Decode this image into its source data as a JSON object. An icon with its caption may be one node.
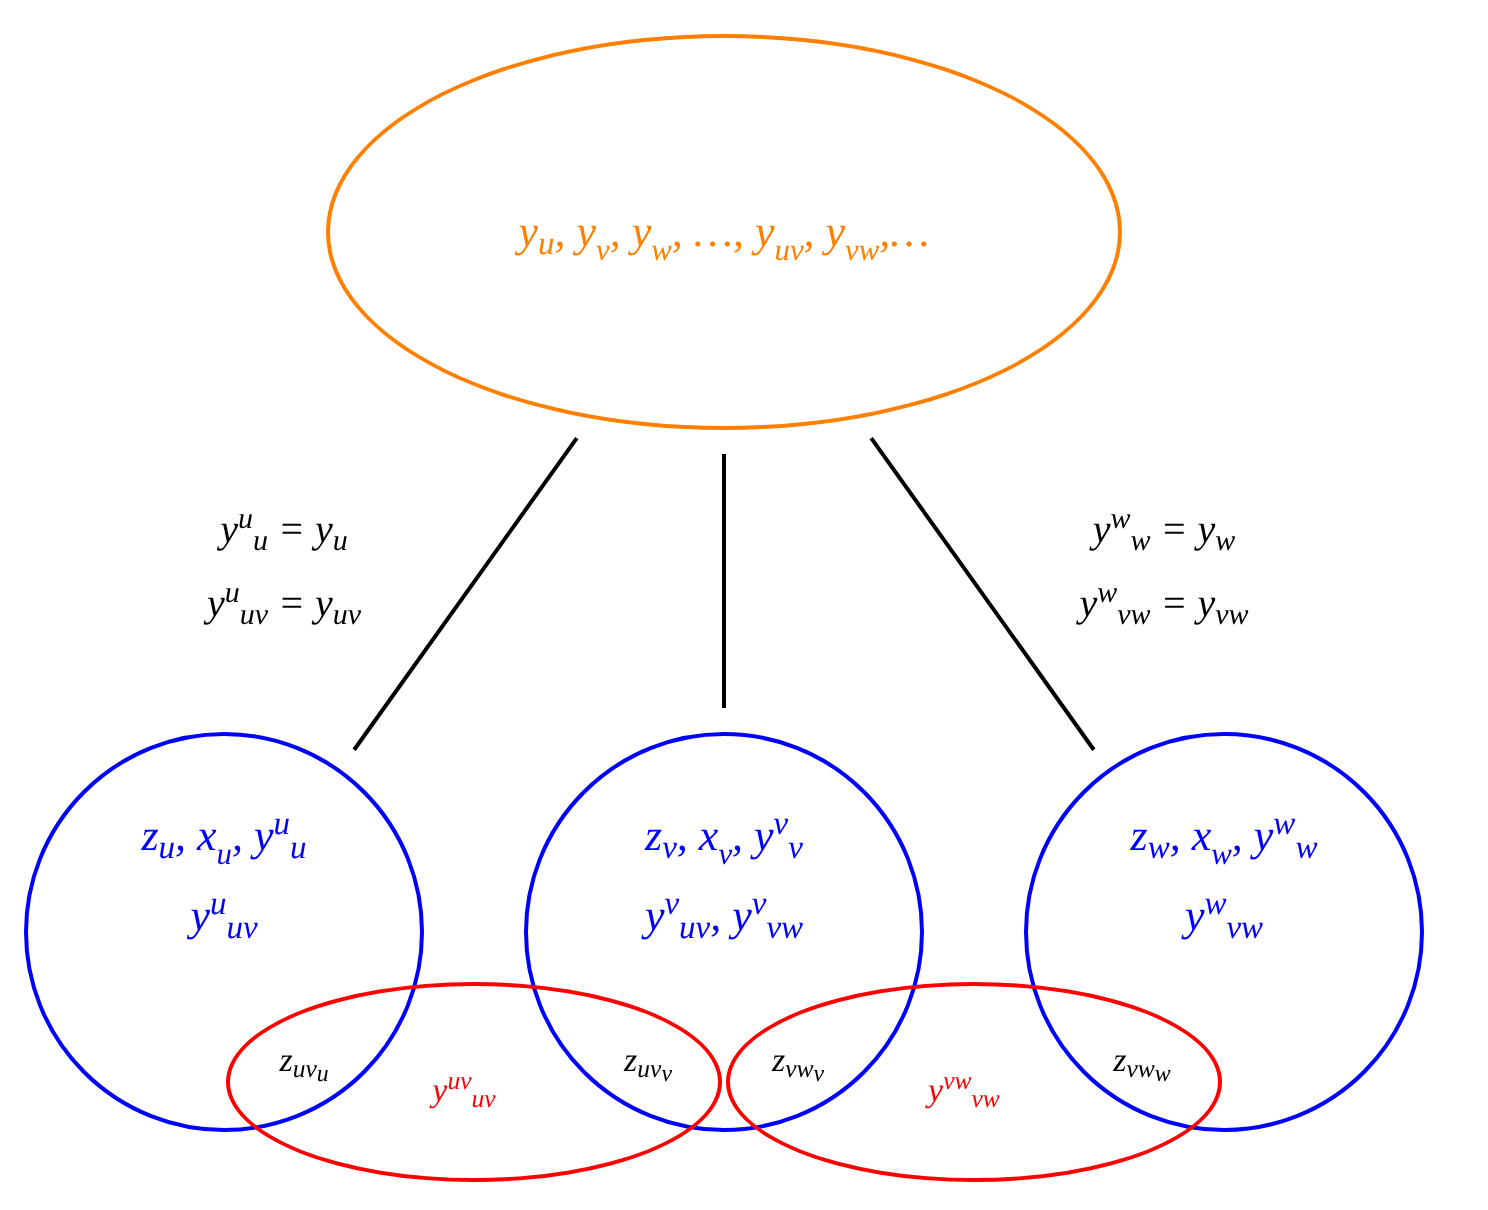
{
  "diagram": {
    "nodes": [
      {
        "text": [
          "y$_{u}$, y$_{v}$, y$_{w}$, …, y$_{uv}$, y$_{vw}$,…"
        ]
      },
      {
        "text": [
          "z$_{u}$, x$_{u}$, y$^{u}$$_{u}$",
          "y$^{u}$$_{uv}$"
        ]
      },
      {
        "text": [
          "z$_{v}$, x$_{v}$, y$^{v}$$_{v}$",
          "y$^{v}$$_{uv}$, y$^{v}$$_{vw}$"
        ]
      },
      {
        "text": [
          "z$_{w}$, x$_{w}$, y$^{w}$$_{w}$",
          "y$^{w}$$_{vw}$"
        ]
      },
      {
        "text": [
          "z$_{uv}$$_{u}$",
          "y$^{uv}$$_{uv}$",
          "z$_{uv}$$_{v}$"
        ]
      },
      {
        "text": [
          "z$_{vw}$$_{v}$",
          "y$^{vw}$$_{vw}$",
          "z$_{vw}$$_{w}$"
        ]
      }
    ],
    "edges": [
      {
        "from": 0,
        "to": 1,
        "arrow": "none"
      },
      {
        "from": 0,
        "to": 2,
        "arrow": "none"
      },
      {
        "from": 0,
        "to": 3,
        "arrow": "none"
      }
    ],
    "labels": [
      "y$^{u}$$_{u}$ = y$_{u}$",
      "y$^{w}$$_{w}$ = y$_{w}$",
      "y$^{u}$$_{uv}$ = y$_{uv}$",
      "y$^{w}$$_{vw}$ = y$_{vw}$"
    ]
  }
}
